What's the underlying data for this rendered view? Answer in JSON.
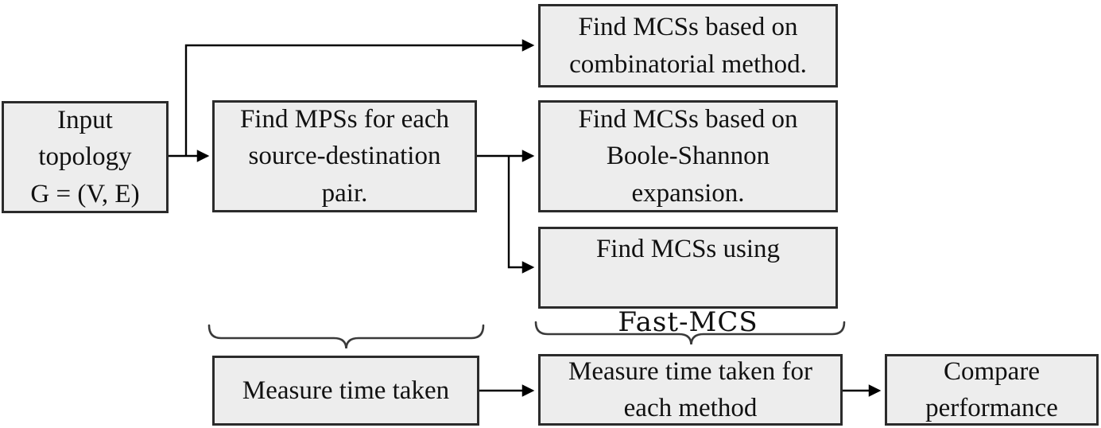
{
  "diagram": {
    "nodes": {
      "input_topology": {
        "text": "Input\ntopology\nG = (V, E)"
      },
      "find_mps": {
        "text": "Find MPSs for each\nsource-destination\npair."
      },
      "find_mcs_combinatorial": {
        "text": "Find MCSs based on\ncombinatorial method."
      },
      "find_mcs_boole": {
        "text": "Find MCSs based on\nBoole-Shannon\nexpansion."
      },
      "find_mcs_fast": {
        "line1": "Find MCSs using",
        "line2": "Fast-MCS"
      },
      "measure_time_mps": {
        "text": "Measure time taken"
      },
      "measure_time_methods": {
        "text": "Measure time taken for\neach method"
      },
      "compare_performance": {
        "text": "Compare\nperformance"
      }
    },
    "edges": [
      {
        "from": "input_topology",
        "to": "find_mcs_combinatorial"
      },
      {
        "from": "input_topology",
        "to": "find_mps"
      },
      {
        "from": "find_mps",
        "to": "find_mcs_boole"
      },
      {
        "from": "find_mps",
        "to": "find_mcs_fast"
      },
      {
        "from": "measure_time_mps",
        "to": "measure_time_methods"
      },
      {
        "from": "measure_time_methods",
        "to": "compare_performance"
      }
    ],
    "braces": [
      {
        "spans": "find_mps_column"
      },
      {
        "spans": "find_mcs_column"
      }
    ],
    "colors": {
      "background": "#ffffff",
      "box_fill": "#ededed",
      "box_border": "#2b2b2b",
      "arrow": "#000000",
      "brace": "#3a3a3a",
      "text": "#111111"
    }
  }
}
